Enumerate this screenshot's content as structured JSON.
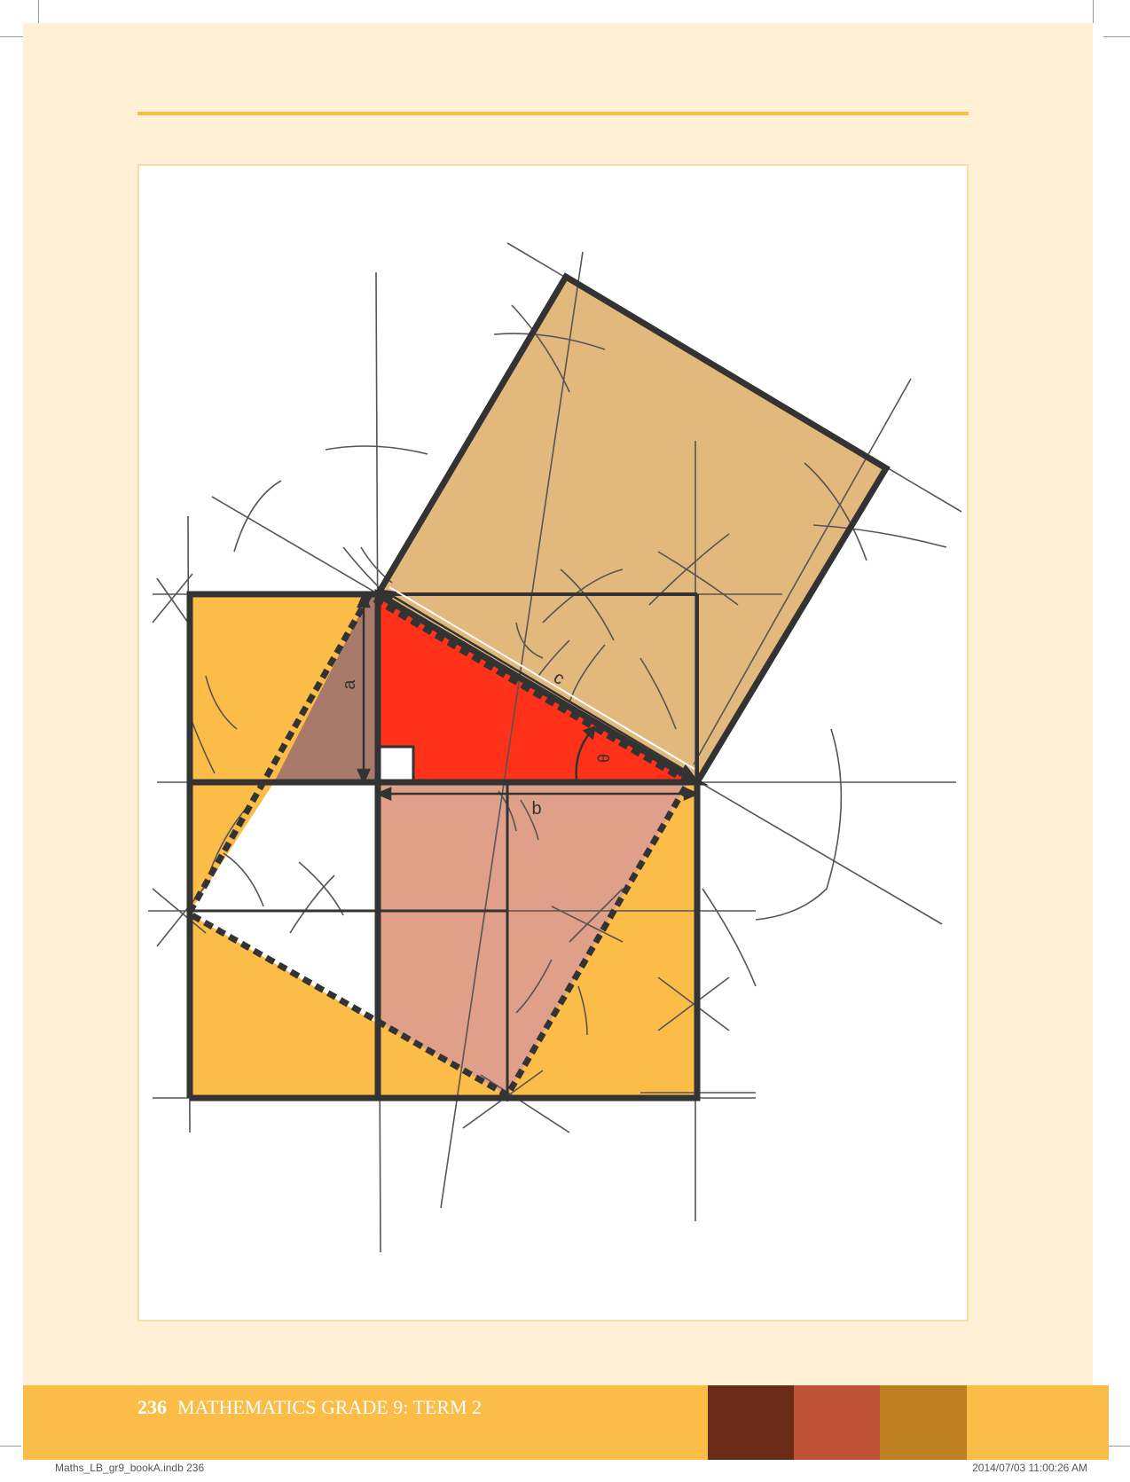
{
  "page": {
    "page_number": "236",
    "running_title": "MATHEMATICS GRADE 9: TERM 2"
  },
  "figure": {
    "labels": {
      "a": "a",
      "b": "b",
      "c": "c",
      "theta": "θ"
    }
  },
  "slug": {
    "file": "Maths_LB_gr9_bookA.indb   236",
    "timestamp": "2014/07/03   11:00:26 AM"
  },
  "colors": {
    "page_background": "#fff0d6",
    "accent": "#fcbd48",
    "triangle_red": "#ff3118",
    "hypotenuse_square": "#e2b87c",
    "pink_region": "#df9f88",
    "brown_region": "#a97a69",
    "swatch_1": "#6a2b18",
    "swatch_2": "#c05336",
    "swatch_3": "#bd7f1f"
  }
}
